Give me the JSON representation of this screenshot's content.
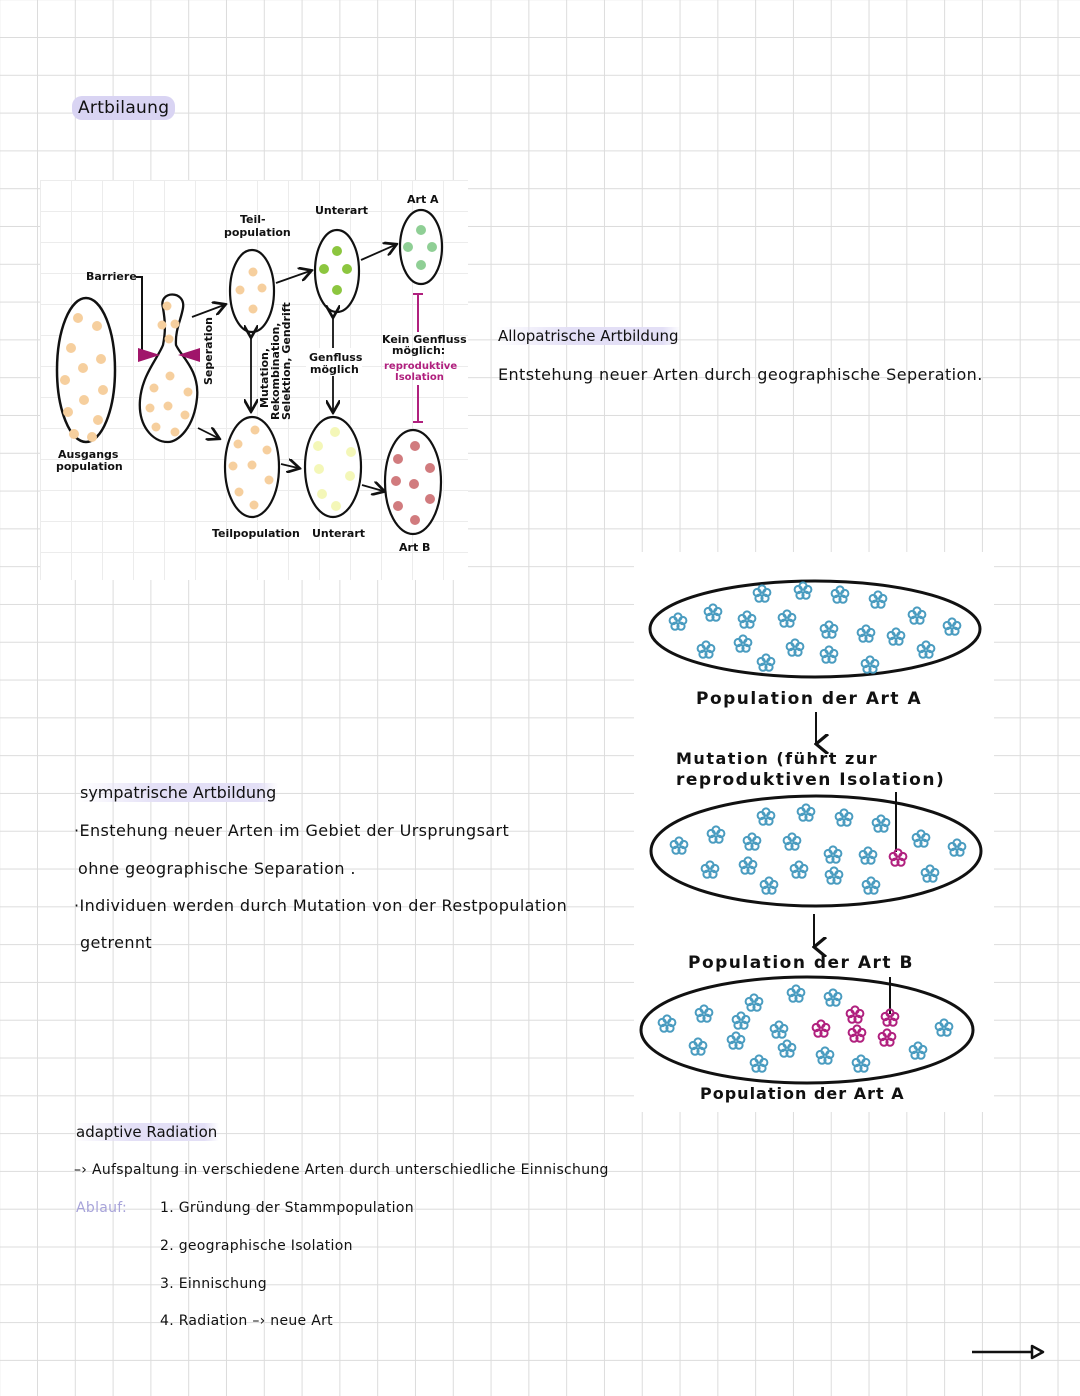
{
  "page": {
    "title": "Artbilaung"
  },
  "allopatric_diagram": {
    "labels": {
      "barrier": "Barriere",
      "origin_population_line1": "Ausgangs",
      "origin_population_line2": "population",
      "separation": "Seperation",
      "sub_population_top_line1": "Teil-",
      "sub_population_top_line2": "population",
      "sub_population_bottom": "Teilpopulation",
      "mechanisms_line1": "Mutation,",
      "mechanisms_line2": "Rekombination,",
      "mechanisms_line3": "Selektion, Gendrift",
      "subspecies_top": "Unterart",
      "subspecies_bottom": "Unterart",
      "gene_flow_line1": "Genfluss",
      "gene_flow_line2": "möglich",
      "species_a": "Art A",
      "species_b": "Art B",
      "no_gene_flow_line1": "Kein Genfluss",
      "no_gene_flow_line2": "möglich:",
      "reproductive_line1": "reproduktive",
      "reproductive_line2": "Isolation"
    },
    "colors": {
      "origin_dots": "#f6cf9e",
      "subspecies_top_dots": "#8cc63f",
      "species_a_dots": "#8fcf95",
      "subspecies_bottom_dots": "#f4f7b8",
      "species_b_dots": "#d17b7e",
      "barrier": "#a0156a",
      "isolation_line": "#b0207e"
    }
  },
  "allopatric": {
    "heading": "Allopatrische  Artbildung",
    "definition": "Entstehung neuer Arten durch geographische Seperation."
  },
  "sympatric_diagram": {
    "caption_top": "Population  der  Art  A",
    "mutation_line1": "Mutation (führt zur",
    "mutation_line2": "reproduktiven Isolation)",
    "caption_middle": "Population  der  Art  B",
    "caption_bottom": "Population der Art A",
    "colors": {
      "original_flower": "#4a9cc0",
      "mutant_flower": "#b0207e"
    }
  },
  "sympatric": {
    "heading": "sympatrische Artbildung",
    "bullets": [
      "·Enstehung neuer Arten  im Gebiet der  Ursprungsart",
      "ohne geographische Separation .",
      "·Individuen werden durch Mutation von der Restpopulation",
      "getrennt"
    ]
  },
  "adaptive_radiation": {
    "heading": "adaptive Radiation",
    "definition": "–› Aufspaltung in verschiedene Arten durch unterschiedliche Einnischung",
    "sequence_label": "Ablauf:",
    "steps": [
      "1. Gründung der Stammpopulation",
      "2. geographische Isolation",
      "3. Einnischung",
      "4. Radiation –› neue  Art"
    ]
  },
  "navigation": {
    "next_page_icon": "arrow-right-icon"
  }
}
